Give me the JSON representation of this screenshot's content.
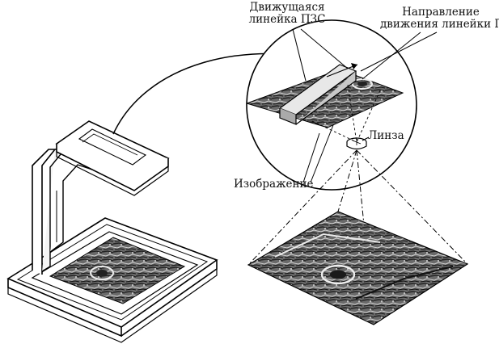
{
  "labels": {
    "moving_ccd_line_1": "Движущаяся",
    "moving_ccd_line_2": "линейка ПЗС",
    "direction_line_1": "Направление",
    "direction_line_2": "движения линейки ПЗС",
    "lens": "Линза",
    "image": "Изображение"
  }
}
